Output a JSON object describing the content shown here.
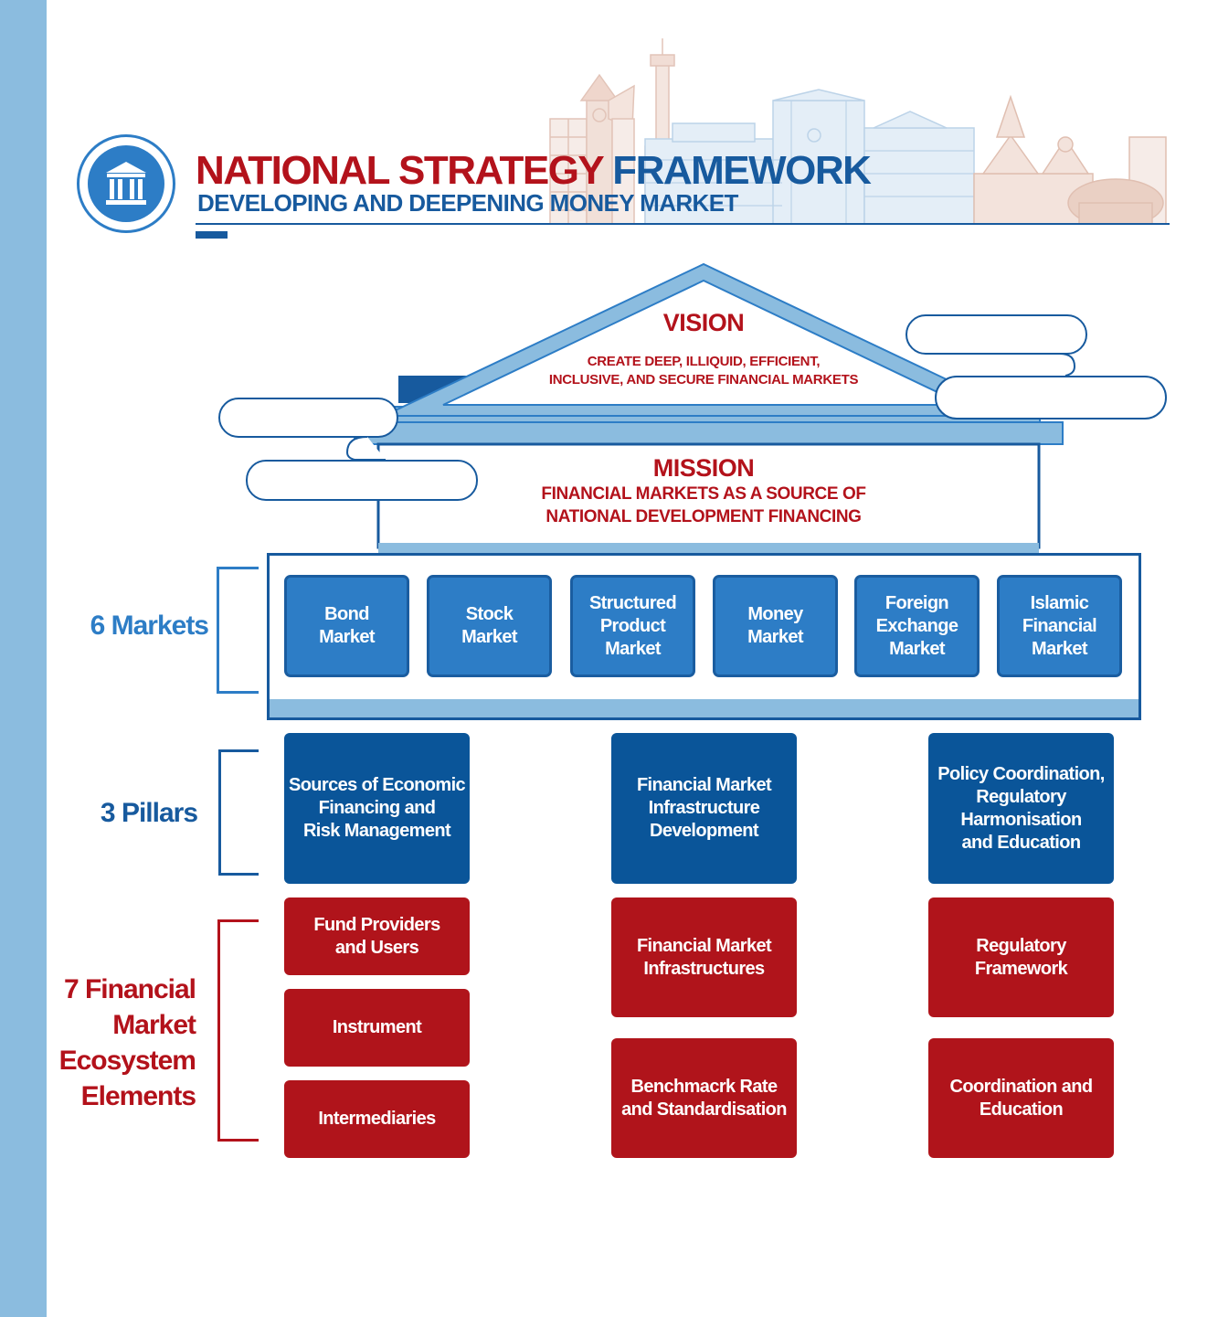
{
  "header": {
    "title_part1": "NATIONAL STRATEGY",
    "title_part2": "FRAMEWORK",
    "subtitle": "DEVELOPING AND DEEPENING MONEY MARKET"
  },
  "vision": {
    "title": "VISION",
    "text": "CREATE DEEP, ILLIQUID, EFFICIENT,\nINCLUSIVE, AND SECURE FINANCIAL MARKETS"
  },
  "mission": {
    "title": "MISSION",
    "text": "FINANCIAL MARKETS AS A SOURCE  OF\nNATIONAL DEVELOPMENT FINANCING"
  },
  "labels": {
    "markets": "6 Markets",
    "pillars": "3 Pillars",
    "elements": "7 Financial\nMarket\nEcosystem\nElements"
  },
  "markets": [
    "Bond\nMarket",
    "Stock\nMarket",
    "Structured\nProduct\nMarket",
    "Money\nMarket",
    "Foreign\nExchange\nMarket",
    "Islamic\nFinancial\nMarket"
  ],
  "pillars": [
    "Sources of Economic\nFinancing and\nRisk Management",
    "Financial Market\nInfrastructure\nDevelopment",
    "Policy Coordination,\nRegulatory\nHarmonisation\nand Education"
  ],
  "elements": [
    "Fund Providers\nand Users",
    "Instrument",
    "Intermediaries",
    "Financial Market\nInfrastructures",
    "Benchmacrk Rate\nand Standardisation",
    "Regulatory\nFramework",
    "Coordination and\nEducation"
  ],
  "colors": {
    "red": "#b3121b",
    "dark_blue": "#175a9e",
    "mid_blue": "#2d7dc6",
    "light_blue": "#8bbcdf"
  },
  "icons": [
    "bank-building-icon"
  ]
}
